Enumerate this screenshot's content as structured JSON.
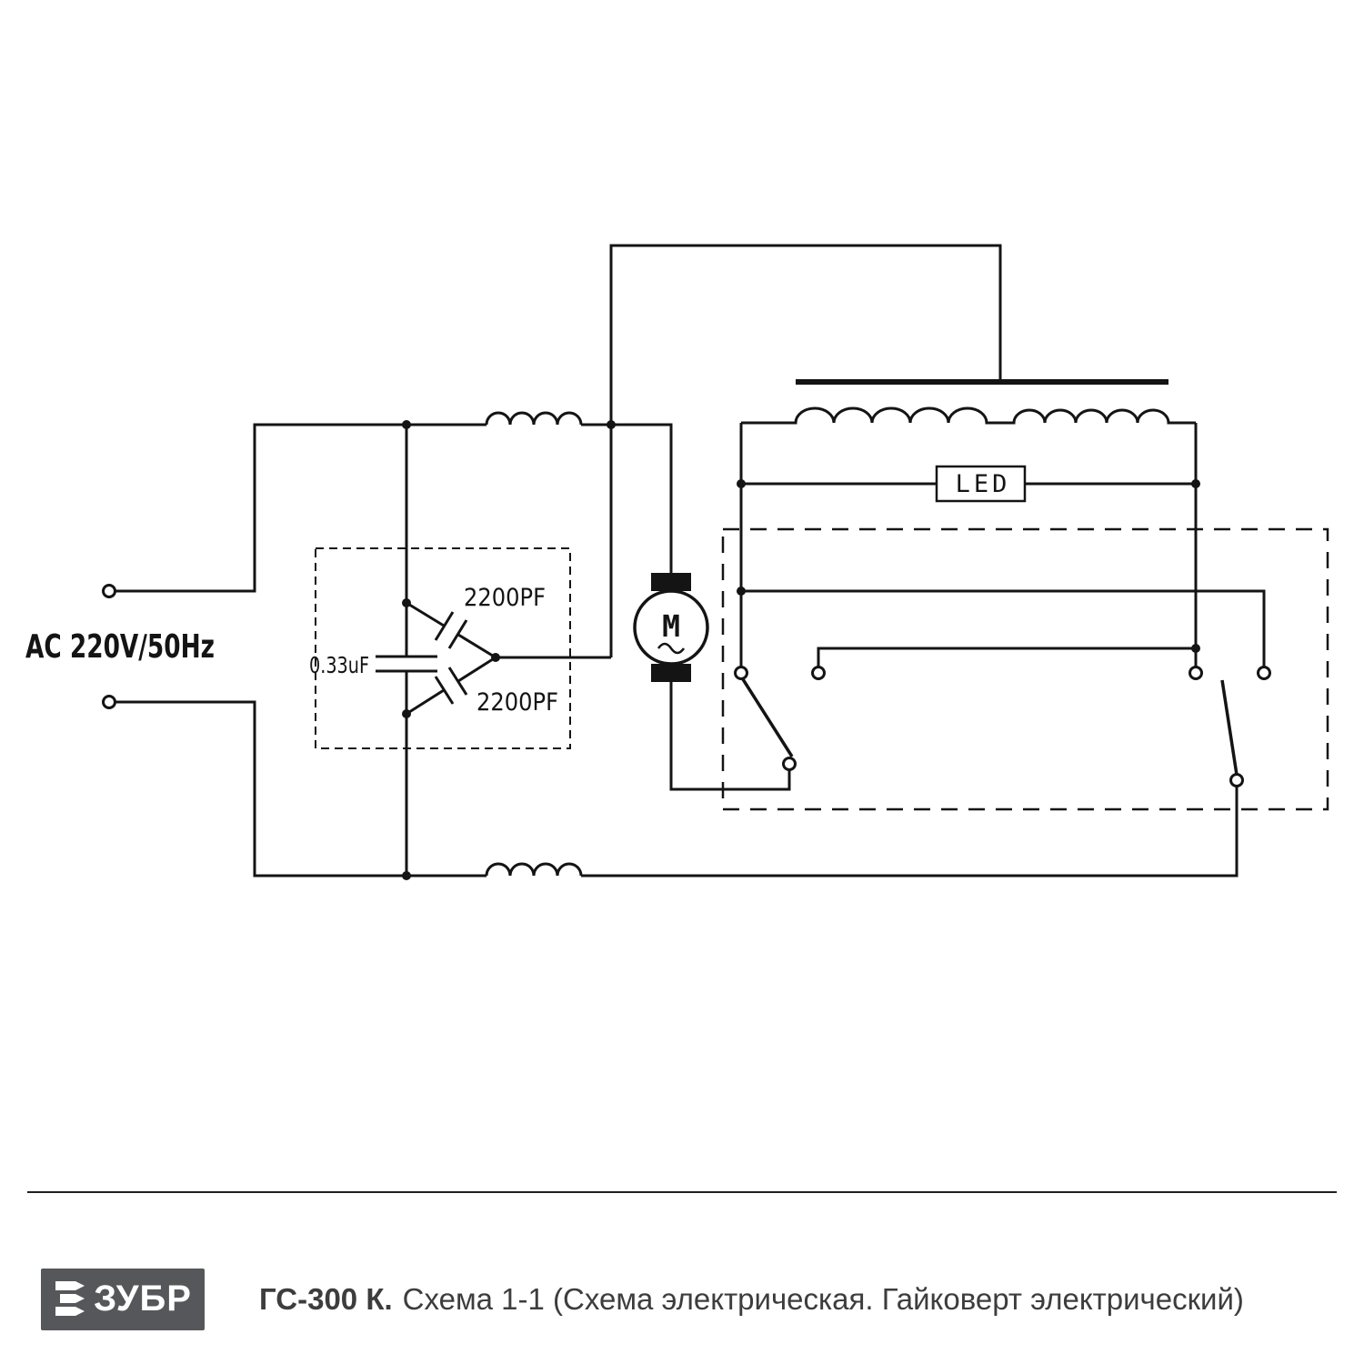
{
  "schematic": {
    "power_label": "AC 220V/50Hz",
    "cap_main_label": "0.33uF",
    "cap_top_label": "2200PF",
    "cap_bottom_label": "2200PF",
    "led_label": "LED",
    "motor_label": "M"
  },
  "footer": {
    "brand": "ЗУБР",
    "model": "ГС-300 К.",
    "description": "Схема 1-1 (Схема электрическая. Гайковерт электрический)"
  },
  "colors": {
    "line": "#141414",
    "background": "#ffffff",
    "logo_background": "#56575b",
    "logo_text": "#ffffff",
    "caption_text": "#3d3d3d"
  }
}
